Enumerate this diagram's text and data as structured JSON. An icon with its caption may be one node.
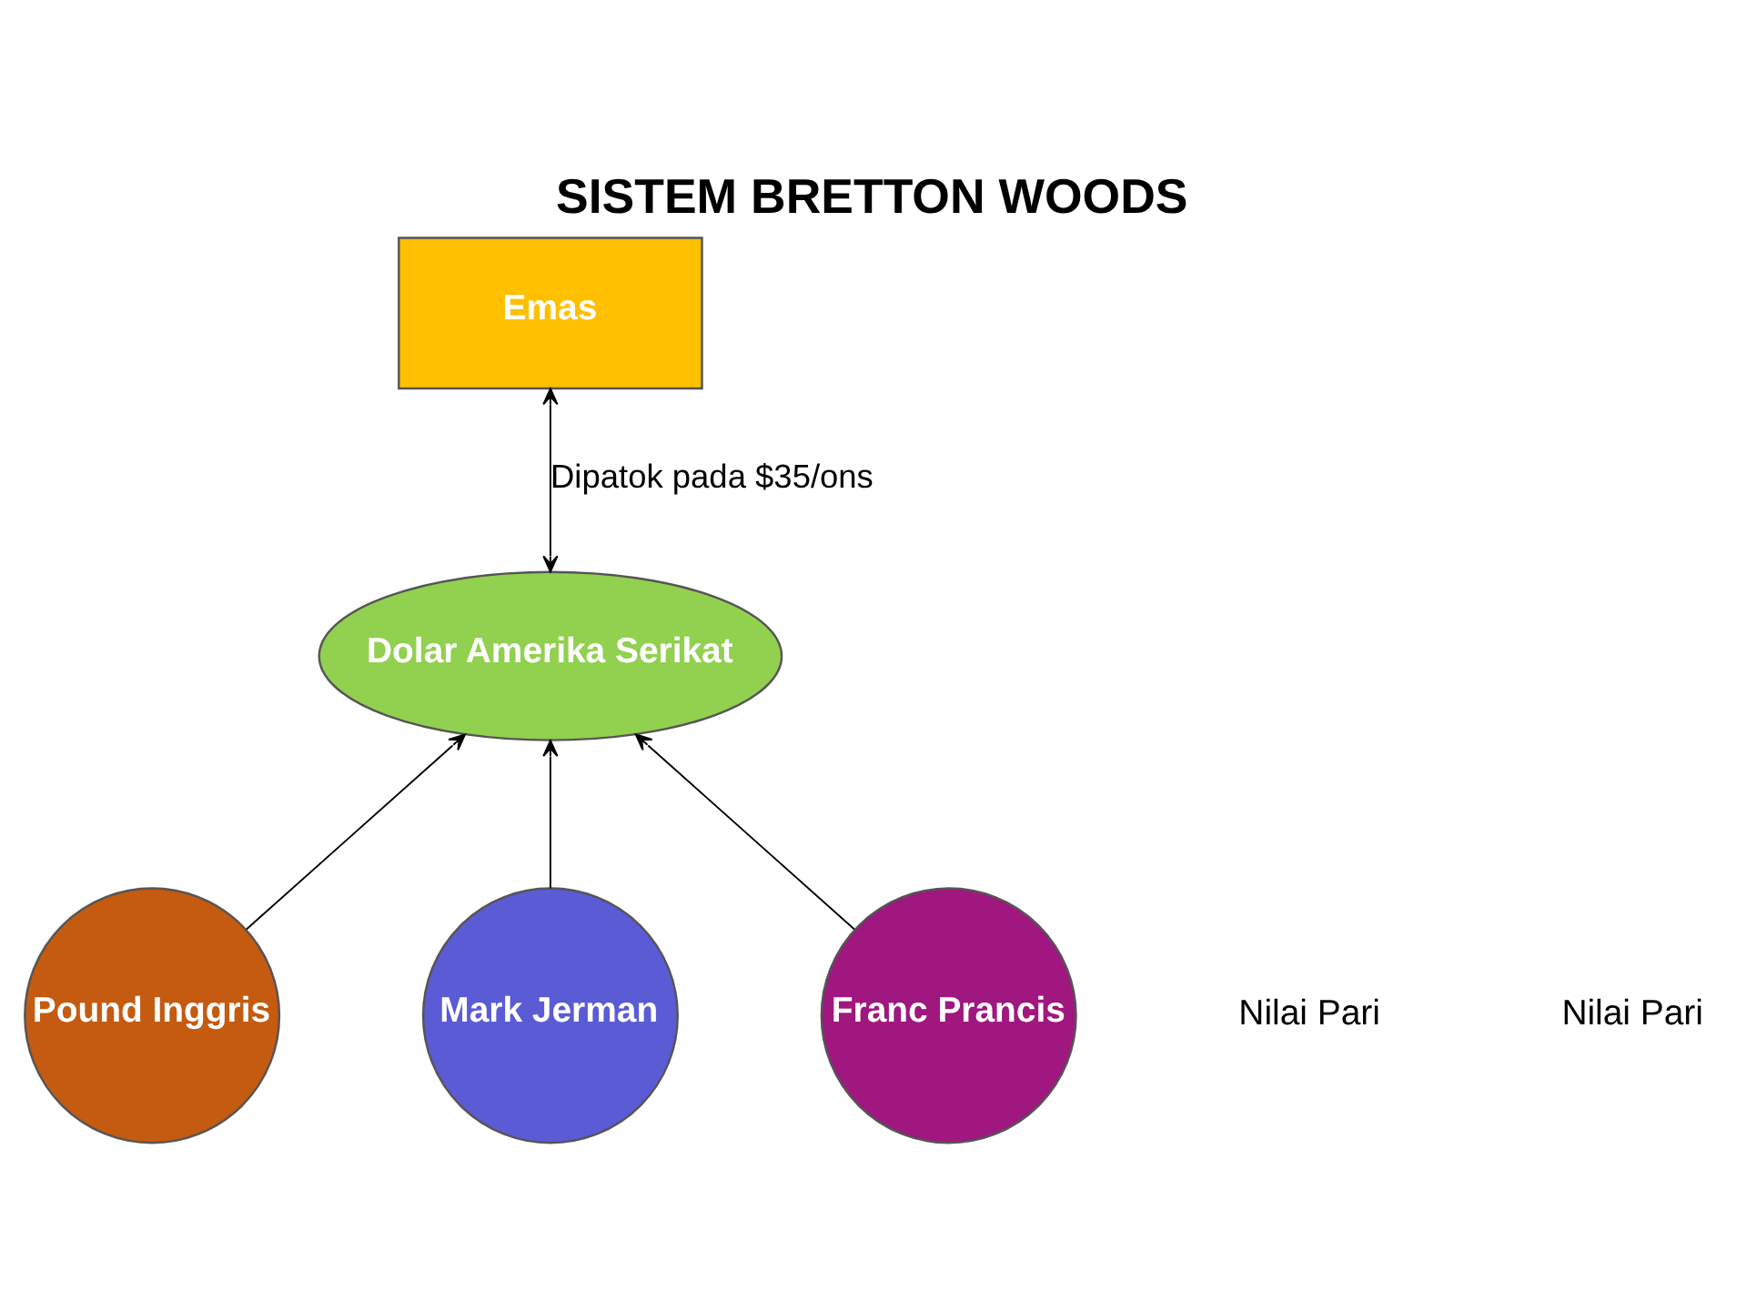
{
  "diagram": {
    "title": "SISTEM BRETTON WOODS",
    "nodes": [
      {
        "text": [
          "Emas"
        ]
      },
      {
        "text": [
          "Dolar Amerika Serikat"
        ]
      },
      {
        "text": [
          "Pound Inggris"
        ]
      },
      {
        "text": [
          "Mark Jerman"
        ]
      },
      {
        "text": [
          "Franc Prancis"
        ]
      }
    ],
    "edges": [
      {
        "from": 1,
        "to": 0,
        "arrow": "both",
        "label": "Dipatok pada $35/ons"
      },
      {
        "from": 2,
        "to": 1,
        "arrow": "to"
      },
      {
        "from": 3,
        "to": 1,
        "arrow": "to"
      },
      {
        "from": 4,
        "to": 1,
        "arrow": "to"
      }
    ],
    "labels": [
      "Nilai Pari",
      "Nilai Pari"
    ]
  }
}
